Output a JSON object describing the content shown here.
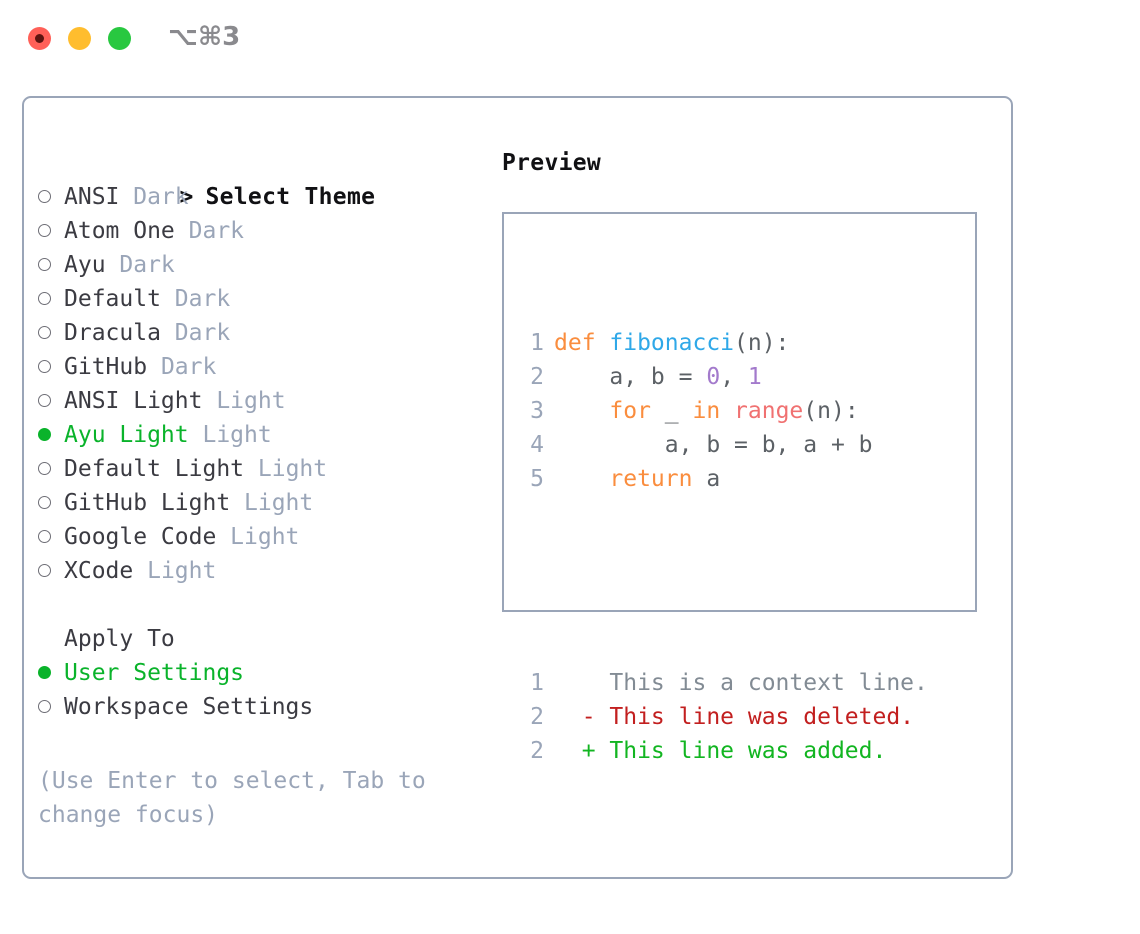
{
  "window": {
    "shortcut": "⌥⌘3",
    "traffic_lights": [
      "close-button",
      "minimize-button",
      "zoom-button"
    ],
    "colors": {
      "close": "#ff6058",
      "minimize": "#ffbd2e",
      "zoom": "#28c840",
      "accent_green": "#0ab32b",
      "border": "#9aa5b8",
      "muted": "#9aa5b8"
    }
  },
  "left": {
    "header": {
      "caret": ">",
      "title": "Select Theme"
    },
    "themes": [
      {
        "label": "ANSI",
        "kind": "Dark",
        "selected": false
      },
      {
        "label": "Atom One",
        "kind": "Dark",
        "selected": false
      },
      {
        "label": "Ayu",
        "kind": "Dark",
        "selected": false
      },
      {
        "label": "Default",
        "kind": "Dark",
        "selected": false
      },
      {
        "label": "Dracula",
        "kind": "Dark",
        "selected": false
      },
      {
        "label": "GitHub",
        "kind": "Dark",
        "selected": false
      },
      {
        "label": "ANSI Light",
        "kind": "Light",
        "selected": false
      },
      {
        "label": "Ayu Light",
        "kind": "Light",
        "selected": true
      },
      {
        "label": "Default Light",
        "kind": "Light",
        "selected": false
      },
      {
        "label": "GitHub Light",
        "kind": "Light",
        "selected": false
      },
      {
        "label": "Google Code",
        "kind": "Light",
        "selected": false
      },
      {
        "label": "XCode",
        "kind": "Light",
        "selected": false
      }
    ],
    "apply_to": {
      "title": "Apply To",
      "options": [
        {
          "label": "User Settings",
          "selected": true
        },
        {
          "label": "Workspace Settings",
          "selected": false
        }
      ]
    },
    "hint": "(Use Enter to select, Tab to change focus)"
  },
  "right": {
    "title": "Preview",
    "code_lines": [
      {
        "no": "1",
        "tokens": [
          {
            "t": "def ",
            "c": "kw"
          },
          {
            "t": "fibonacci",
            "c": "fn"
          },
          {
            "t": "(n):",
            "c": "pl"
          }
        ]
      },
      {
        "no": "2",
        "tokens": [
          {
            "t": "    a, b = ",
            "c": "pl"
          },
          {
            "t": "0",
            "c": "num"
          },
          {
            "t": ", ",
            "c": "pl"
          },
          {
            "t": "1",
            "c": "num"
          }
        ]
      },
      {
        "no": "3",
        "tokens": [
          {
            "t": "    ",
            "c": "pl"
          },
          {
            "t": "for",
            "c": "kw"
          },
          {
            "t": " _ ",
            "c": "pl"
          },
          {
            "t": "in",
            "c": "kw"
          },
          {
            "t": " ",
            "c": "pl"
          },
          {
            "t": "range",
            "c": "bi"
          },
          {
            "t": "(n):",
            "c": "pl"
          }
        ]
      },
      {
        "no": "4",
        "tokens": [
          {
            "t": "        a, b = b, a + b",
            "c": "pl"
          }
        ]
      },
      {
        "no": "5",
        "tokens": [
          {
            "t": "    ",
            "c": "pl"
          },
          {
            "t": "return",
            "c": "kw"
          },
          {
            "t": " a",
            "c": "pl"
          }
        ]
      }
    ],
    "diff_lines": [
      {
        "no": "1",
        "sign": " ",
        "text": " This is a context line.",
        "kind": "ctx"
      },
      {
        "no": "2",
        "sign": "-",
        "text": " This line was deleted.",
        "kind": "del"
      },
      {
        "no": "2",
        "sign": "+",
        "text": " This line was added.",
        "kind": "add"
      }
    ]
  }
}
